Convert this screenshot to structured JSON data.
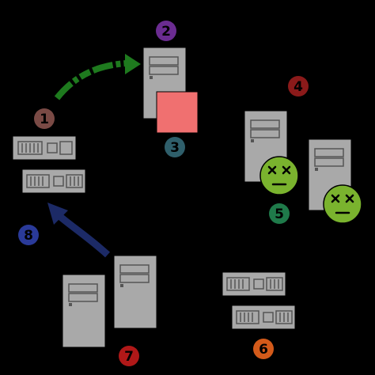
{
  "diagram": {
    "background": "#000000",
    "server_color": "#a9a9a9",
    "detail_color": "#555555",
    "steps": [
      {
        "label": "1",
        "color": "#7a4a45"
      },
      {
        "label": "2",
        "color": "#6b2c91"
      },
      {
        "label": "3",
        "color": "#2f5f6b"
      },
      {
        "label": "4",
        "color": "#8b1a1a"
      },
      {
        "label": "5",
        "color": "#1f7a4a"
      },
      {
        "label": "6",
        "color": "#d35a1a"
      },
      {
        "label": "7",
        "color": "#b01818"
      },
      {
        "label": "8",
        "color": "#2a3a99"
      }
    ],
    "arrows": [
      {
        "name": "green-arrow",
        "color": "#1e7a1e",
        "style": "dashed"
      },
      {
        "name": "blue-arrow",
        "color": "#1c2a66",
        "style": "solid"
      }
    ],
    "highlight_box_color": "#f07070",
    "failed_face_color": "#7ab32e",
    "failed_face_count": 2
  }
}
